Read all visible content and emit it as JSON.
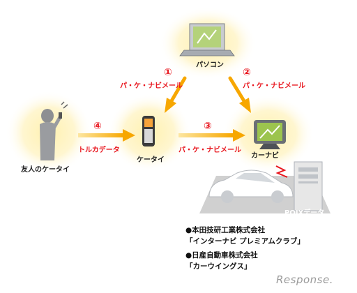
{
  "nodes": {
    "pc": "パソコン",
    "phone": "ケータイ",
    "carnavi": "カーナビ",
    "friend": "友人のケータイ",
    "poix": "POIXデータ"
  },
  "flows": [
    {
      "num": "①",
      "label": "パ・ケ・ナビメール"
    },
    {
      "num": "②",
      "label": "パ・ケ・ナビメール"
    },
    {
      "num": "③",
      "label": "パ・ケ・ナビメール"
    },
    {
      "num": "④",
      "label": "トルカデータ"
    }
  ],
  "notes": [
    {
      "company": "●本田技研工業株式会社",
      "service": "「インターナビ プレミアムクラブ」"
    },
    {
      "company": "●日産自動車株式会社",
      "service": "「カーウイングス」"
    }
  ],
  "credit": "Response."
}
